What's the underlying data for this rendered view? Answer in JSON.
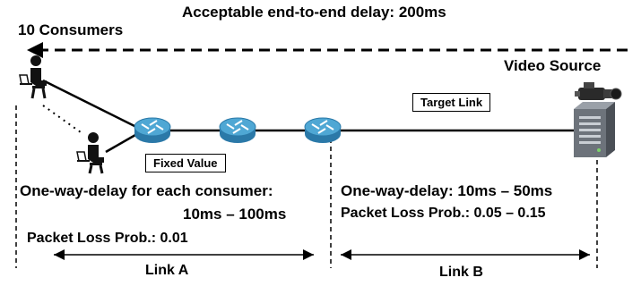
{
  "header": {
    "delay_label": "Acceptable end-to-end delay: 200ms"
  },
  "consumers": {
    "label": "10 Consumers"
  },
  "video_source": {
    "label": "Video Source"
  },
  "labels": {
    "target_link": "Target Link",
    "fixed_value": "Fixed Value"
  },
  "link_a": {
    "delay_line1": "One-way-delay for each consumer:",
    "delay_line2": "10ms – 100ms",
    "loss": "Packet Loss Prob.: 0.01",
    "name": "Link A"
  },
  "link_b": {
    "delay": "One-way-delay: 10ms – 50ms",
    "loss": "Packet Loss Prob.: 0.05 – 0.15",
    "name": "Link B"
  },
  "colors": {
    "router": "#4fa7d4",
    "router_dark": "#2b79a8",
    "server": "#7a8088"
  },
  "icons": [
    "person-at-laptop-icon",
    "router-icon",
    "video-camera-icon",
    "server-icon"
  ]
}
